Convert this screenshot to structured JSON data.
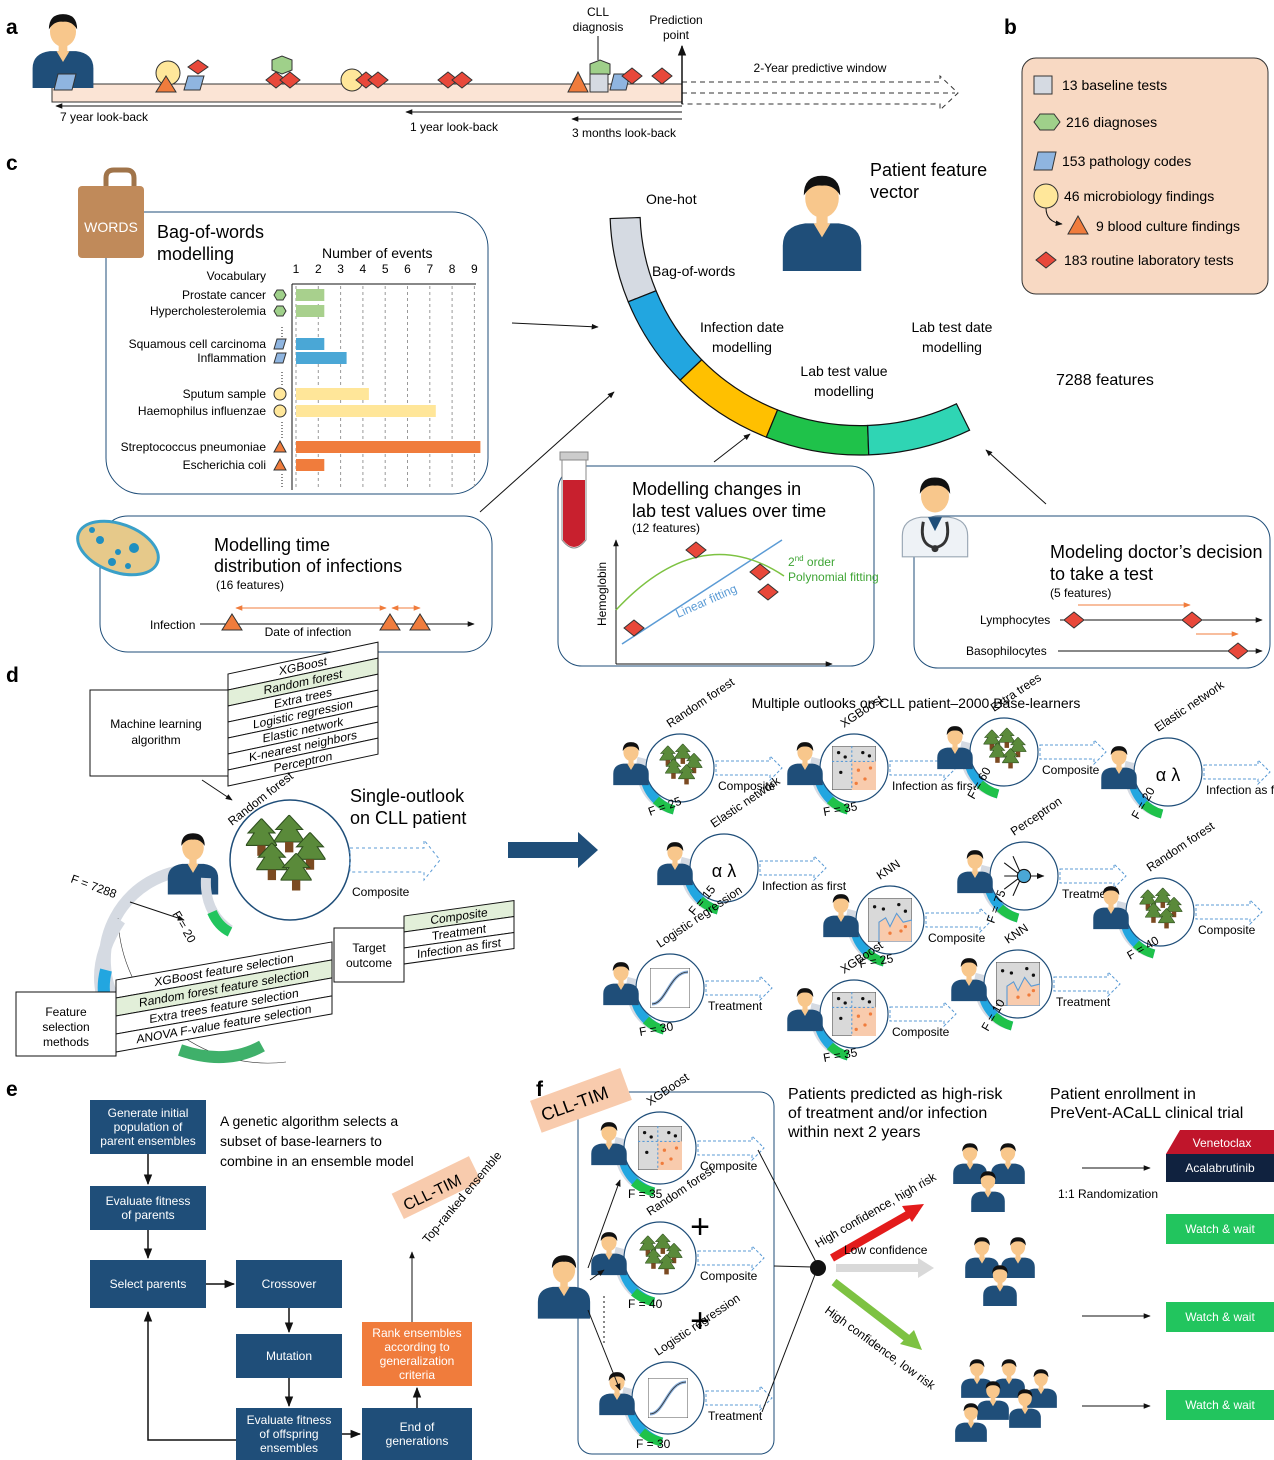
{
  "panels": {
    "a": "a",
    "b": "b",
    "c": "c",
    "d": "d",
    "e": "e",
    "f": "f"
  },
  "panel_a": {
    "cll_diagnosis": [
      "CLL",
      "diagnosis"
    ],
    "prediction_point": [
      "Prediction",
      "point"
    ],
    "predictive_window": "2-Year predictive window",
    "lookback_7y": "7 year look-back",
    "lookback_1y": "1 year look-back",
    "lookback_3m": "3 months look-back"
  },
  "panel_b": {
    "legend_items": [
      {
        "icon": "baseline-test-square-icon",
        "label": "13 baseline tests"
      },
      {
        "icon": "diagnosis-hexagon-icon",
        "label": "216 diagnoses"
      },
      {
        "icon": "pathology-parallelogram-icon",
        "label": "153 pathology codes"
      },
      {
        "icon": "microbiology-circle-icon",
        "label": "46 microbiology findings"
      },
      {
        "icon": "blood-culture-triangle-icon",
        "label": "9 blood culture findings"
      },
      {
        "icon": "lab-test-diamond-icon",
        "label": "183 routine laboratory tests"
      }
    ],
    "colors": {
      "box": "#f8d9c3",
      "square": "#d5dae2",
      "hexagon": "#9fd08a",
      "parallelogram": "#8fb5e0",
      "circle": "#ffe79a",
      "triangle": "#ee8a45",
      "diamond": "#e8483a"
    }
  },
  "panel_c": {
    "bag_icon_label": "WORDS",
    "bow_title": [
      "Bag-of-words",
      "modelling"
    ],
    "chart_title": "Number of events",
    "vocabulary_label": "Vocabulary",
    "axis_ticks": [
      "1",
      "2",
      "3",
      "4",
      "5",
      "6",
      "7",
      "8",
      "9"
    ],
    "patient_feature_vector": [
      "Patient feature",
      "vector"
    ],
    "segments": {
      "one_hot": "One-hot",
      "bag_of_words": "Bag-of-words",
      "infection_date": [
        "Infection date",
        "modelling"
      ],
      "lab_value": [
        "Lab test value",
        "modelling"
      ],
      "lab_date": [
        "Lab test date",
        "modelling"
      ]
    },
    "features_total": "7288 features",
    "infection_box": {
      "title": [
        "Modelling time",
        "distribution of infections"
      ],
      "features": "(16 features)",
      "row_label": "Infection",
      "axis_label": "Date of infection"
    },
    "lab_box": {
      "title": [
        "Modelling changes in",
        "lab test values over time"
      ],
      "features": "(12 features)",
      "ylabel": "Hemoglobin",
      "linear": "Linear fitting",
      "poly_sup": "nd",
      "poly_line1_a": "2",
      "poly_line1_b": " order",
      "poly_line2": "Polynomial fitting"
    },
    "doctor_box": {
      "title": [
        "Modeling doctor’s decision",
        "to take a test"
      ],
      "features": "(5 features)",
      "rows": [
        "Lymphocytes",
        "Basophilocytes"
      ]
    }
  },
  "chart_data": {
    "type": "bar",
    "title": "Number of events",
    "xlabel": "Number of events",
    "ylabel": "Vocabulary",
    "xlim": [
      1,
      9
    ],
    "categories": [
      "Prostate cancer",
      "Hypercholesterolemia",
      "Squamous cell carcinoma",
      "Inflammation",
      "Sputum sample",
      "Haemophilus influenzae",
      "Streptococcus pneumoniae",
      "Escherichia coli"
    ],
    "values": [
      2,
      2,
      2,
      3,
      4,
      7,
      9,
      2
    ],
    "groups": [
      "diagnosis",
      "diagnosis",
      "pathology",
      "pathology",
      "microbiology",
      "microbiology",
      "blood-culture",
      "blood-culture"
    ],
    "colors": {
      "diagnosis": "#a8d08d",
      "pathology": "#4aa7d6",
      "microbiology": "#ffe699",
      "blood-culture": "#f07c3c"
    }
  },
  "panel_d": {
    "ml_algorithm_label": [
      "Machine learning",
      "algorithm"
    ],
    "ml_algorithms": [
      "XGBoost",
      "Random forest",
      "Extra trees",
      "Logistic regression",
      "Elastic network",
      "K-nearest neighbors",
      "Perceptron"
    ],
    "fs_label": [
      "Feature",
      "selection",
      "methods"
    ],
    "fs_methods": [
      "XGBoost feature selection",
      "Random forest feature selection",
      "Extra trees feature selection",
      "ANOVA F-value feature selection"
    ],
    "target_label": [
      "Target",
      "outcome"
    ],
    "targets": [
      "Composite",
      "Treatment",
      "Infection as first"
    ],
    "single_outlook": [
      "Single-outlook",
      "on CLL patient"
    ],
    "multi_title": "Multiple outlooks on CLL patient–2000 Base-learners",
    "main_learner": {
      "name": "Random forest",
      "f": "F = 20",
      "f_total": "F = 7288",
      "outcome": "Composite"
    },
    "learners": [
      {
        "name": "Random forest",
        "f": "F = 25",
        "outcome": "Composite"
      },
      {
        "name": "XGBoost",
        "f": "F = 35",
        "outcome": "Infection as first"
      },
      {
        "name": "Extra trees",
        "f": "F = 60",
        "outcome": "Composite"
      },
      {
        "name": "Elastic network",
        "f": "F = 20",
        "outcome": "Infection as first"
      },
      {
        "name": "Elastic network",
        "f": "F = 15",
        "outcome": "Infection as first"
      },
      {
        "name": "KNN",
        "f": "F = 25",
        "outcome": "Composite"
      },
      {
        "name": "Perceptron",
        "f": "F = 75",
        "outcome": "Treatment"
      },
      {
        "name": "Random forest",
        "f": "F = 40",
        "outcome": "Composite"
      },
      {
        "name": "Logistic regression",
        "f": "F = 30",
        "outcome": "Treatment"
      },
      {
        "name": "XGBoost",
        "f": "F = 35",
        "outcome": "Composite"
      },
      {
        "name": "KNN",
        "f": "F = 10",
        "outcome": "Treatment"
      }
    ],
    "elastic_symbol": "α λ"
  },
  "panel_e": {
    "ga_text": [
      "A genetic algorithm selects a",
      "subset of base-learners to",
      "combine in an ensemble model"
    ],
    "boxes": {
      "generate": [
        "Generate initial",
        "population of",
        "parent ensembles"
      ],
      "evaluate_parents": [
        "Evaluate fitness",
        "of parents"
      ],
      "select": [
        "Select parents"
      ],
      "crossover": [
        "Crossover"
      ],
      "mutation": [
        "Mutation"
      ],
      "evaluate_offspring": [
        "Evaluate fitness",
        "of offspring",
        "ensembles"
      ],
      "end": [
        "End of",
        "generations"
      ],
      "rank": [
        "Rank ensembles",
        "according to",
        "generalization",
        "criteria"
      ]
    },
    "badge": "CLL-TIM",
    "top_ranked": "Top-ranked ensemble"
  },
  "panel_f": {
    "badge": "CLL-TIM",
    "learners": [
      {
        "name": "XGBoost",
        "f": "F = 35",
        "outcome": "Composite"
      },
      {
        "name": "Random forest",
        "f": "F = 40",
        "outcome": "Composite"
      },
      {
        "name": "Logistic regression",
        "f": "F = 30",
        "outcome": "Treatment"
      }
    ],
    "plus": "+",
    "predicted_title": [
      "Patients predicted as high-risk",
      "of treatment and/or infection",
      "within next 2 years"
    ],
    "enroll_title": [
      "Patient enrollment in",
      "PreVent-ACaLL clinical trial"
    ],
    "high_conf_high": "High confidence, high risk",
    "low_conf": "Low confidence",
    "high_conf_low": "High confidence, low risk",
    "randomization": "1:1 Randomization",
    "arms": {
      "venetoclax": "Venetoclax",
      "acalabrutinib": "Acalabrutinib",
      "watch": "Watch & wait"
    },
    "colors": {
      "venetoclax": "#c0152b",
      "acalabrutinib": "#10223f",
      "watch": "#22c55e",
      "red_arrow": "#e31b1b",
      "green_arrow": "#7dc242",
      "grey_arrow": "#d9d9d9"
    }
  }
}
